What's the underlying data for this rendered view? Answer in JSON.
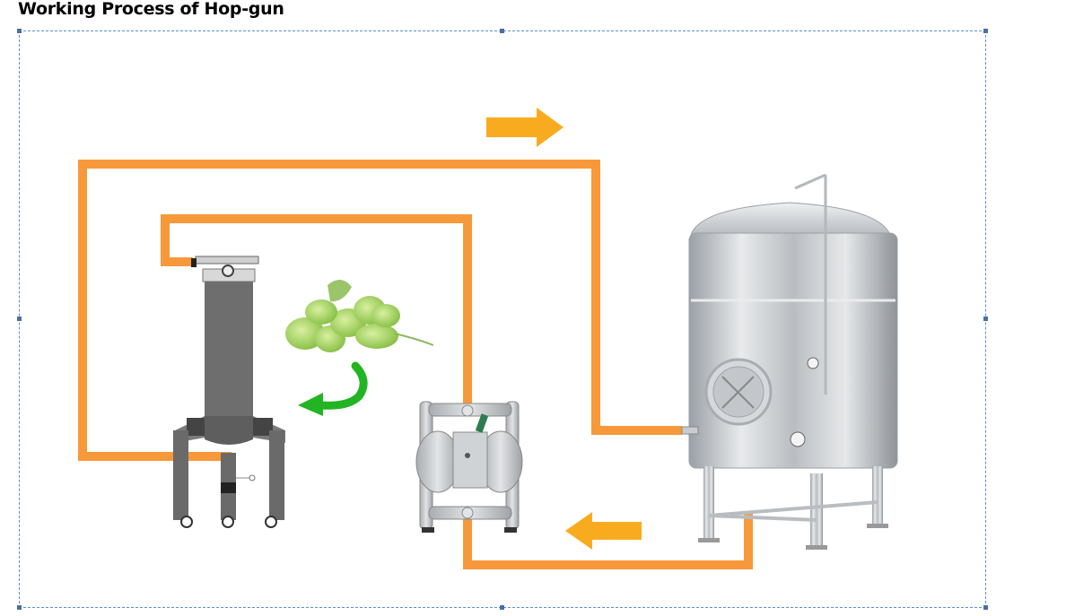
{
  "title": "Working Process of Hop-gun",
  "colors": {
    "pipe": "#f7993a",
    "flow_arrow": "#f9ab20",
    "hop_arrow": "#22b422",
    "frame": "#5b8fcf",
    "handle": "#4a6fa5",
    "filter_body": "#6e6e6e",
    "steel": "#c9cdd1"
  },
  "components": {
    "hop_gun": "hop-gun-filter",
    "hops": "hop-cones",
    "pump": "diaphragm-pump",
    "tank": "bright-beer-tank"
  },
  "flow_arrows": [
    {
      "name": "flow-arrow-right",
      "direction": "right"
    },
    {
      "name": "flow-arrow-left",
      "direction": "left"
    }
  ]
}
